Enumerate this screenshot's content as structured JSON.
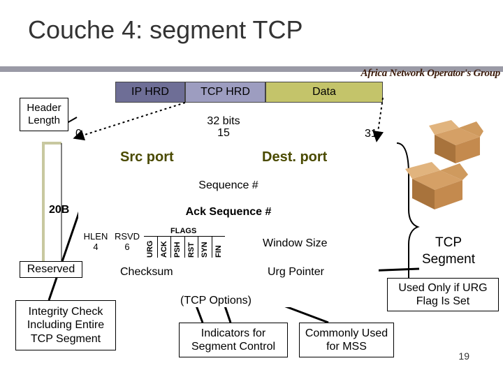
{
  "title": "Couche 4: segment TCP",
  "brand": "Africa Network Operator's Group",
  "header_segments": {
    "ip": "IP HRD",
    "tcp": "TCP HRD",
    "data": "Data"
  },
  "labels": {
    "header_length": "Header Length",
    "bit0": "0",
    "bits32": "32 bits",
    "bit15": "15",
    "bit31": "31",
    "src_port": "Src port",
    "dest_port": "Dest. port",
    "sequence": "Sequence #",
    "bytes20": "20B",
    "ack_sequence": "Ack Sequence #",
    "hlen": "HLEN",
    "hlen_val": "4",
    "rsvd": "RSVD",
    "rsvd_val": "6",
    "flags": "FLAGS",
    "window_size": "Window Size",
    "reserved": "Reserved",
    "checksum": "Checksum",
    "urg_pointer": "Urg Pointer",
    "options": "(TCP Options)",
    "tcp_segment": "TCP Segment"
  },
  "flags": [
    "URG",
    "ACK",
    "PSH",
    "RST",
    "SYN",
    "FIN"
  ],
  "callouts": {
    "integrity": "Integrity Check Including Entire TCP Segment",
    "indicators": "Indicators for Segment Control",
    "mss": "Commonly Used for MSS",
    "urg_only": "Used Only if URG Flag Is Set"
  },
  "page_number": "19",
  "colors": {
    "ip": "#6e6e96",
    "tcp": "#9d9dc0",
    "data": "#c4c46a",
    "port_text": "#4a4a00",
    "box_brown": "#b7834a"
  }
}
